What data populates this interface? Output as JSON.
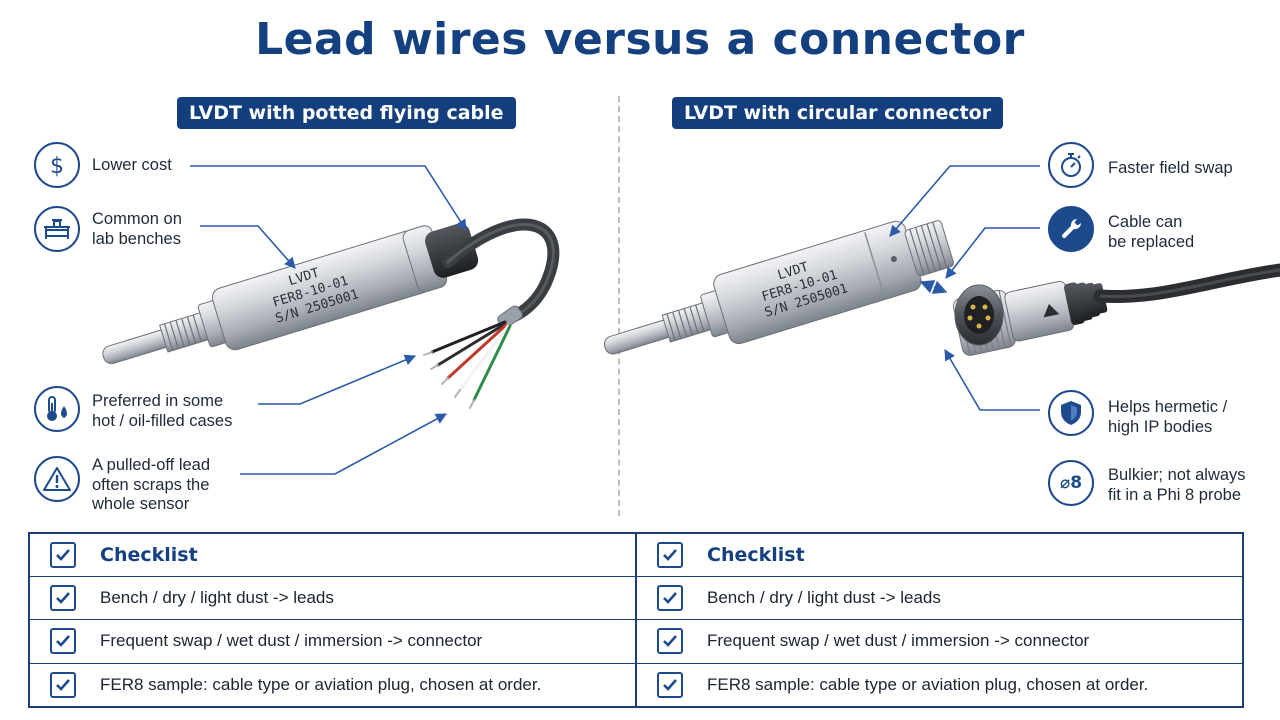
{
  "title": "Lead wires versus a connector",
  "left": {
    "heading": "LVDT with potted flying cable",
    "sensor": {
      "model_text": "LVDT",
      "part_number": "FER8-10-01",
      "serial": "S/N 2505001"
    },
    "callouts": [
      {
        "icon": "dollar-icon",
        "text": "Lower cost"
      },
      {
        "icon": "lab-bench-icon",
        "text": "Common on\nlab benches"
      },
      {
        "icon": "thermometer-oil-icon",
        "text": "Preferred in some\nhot / oil-filled cases"
      },
      {
        "icon": "warning-icon",
        "text": "A pulled-off lead\noften scraps the\nwhole sensor"
      }
    ]
  },
  "right": {
    "heading": "LVDT with circular connector",
    "sensor": {
      "model_text": "LVDT",
      "part_number": "FER8-10-01",
      "serial": "S/N 2505001"
    },
    "callouts": [
      {
        "icon": "stopwatch-icon",
        "text": "Faster field swap"
      },
      {
        "icon": "wrench-icon",
        "text": "Cable can\nbe replaced"
      },
      {
        "icon": "shield-icon",
        "text": "Helps hermetic /\nhigh IP bodies"
      },
      {
        "icon": "diameter-8-icon",
        "icon_text": "⌀8",
        "text": "Bulkier; not always\nfit in a Phi 8 probe"
      }
    ]
  },
  "checklist": {
    "heading": "Checklist",
    "items": [
      "Bench / dry / light dust -> leads",
      "Frequent swap / wet dust / immersion -> connector",
      "FER8 sample: cable type or aviation plug, chosen at order."
    ]
  },
  "colors": {
    "navy": "#143f7e",
    "icon_blue": "#1d4a8c",
    "arrow_blue": "#2a5aa8",
    "divider": "#b9bec6"
  }
}
